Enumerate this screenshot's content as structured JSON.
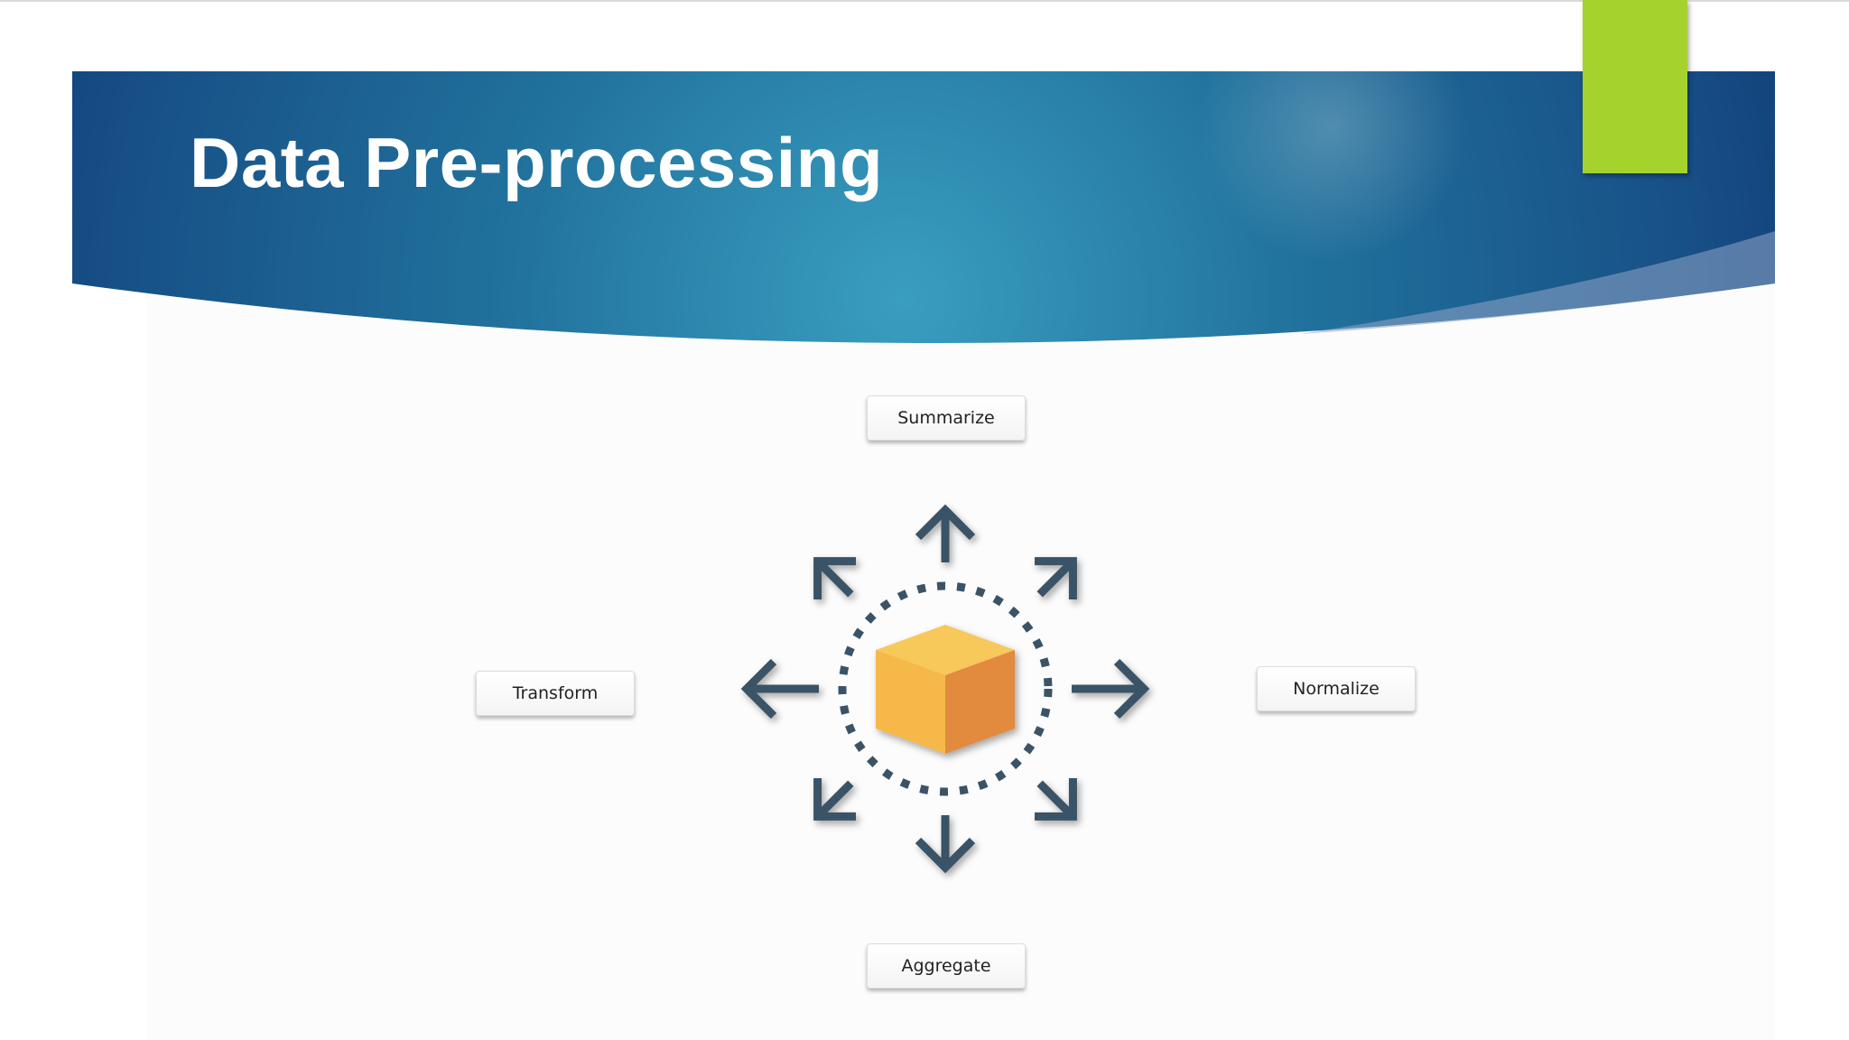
{
  "slide": {
    "title": "Data Pre-processing"
  },
  "diagram": {
    "center_icon": "cube-icon",
    "labels": {
      "top": "Summarize",
      "left": "Transform",
      "right": "Normalize",
      "bottom": "Aggregate"
    }
  },
  "colors": {
    "banner_dark": "#0b2c68",
    "banner_light": "#2e8fb0",
    "accent": "#a6d22e",
    "arrow": "#3b5366",
    "cube_top": "#f7c85a",
    "cube_left": "#f6b84a",
    "cube_right": "#e28a3c"
  }
}
